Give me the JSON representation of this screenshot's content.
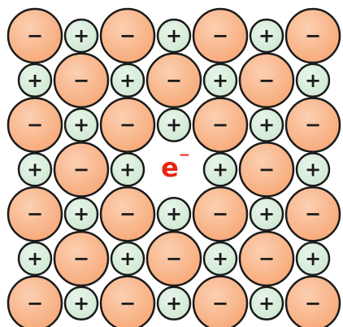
{
  "diagram": {
    "anion_symbol": "−",
    "cation_symbol": "+",
    "electron_symbol": "e",
    "electron_charge": "−",
    "lattice": [
      [
        "anion",
        "cation",
        "anion",
        "cation",
        "anion",
        "cation",
        "anion"
      ],
      [
        "cation",
        "anion",
        "cation",
        "anion",
        "cation",
        "anion",
        "cation"
      ],
      [
        "anion",
        "cation",
        "anion",
        "cation",
        "anion",
        "cation",
        "anion"
      ],
      [
        "cation",
        "anion",
        "cation",
        "vacancy",
        "cation",
        "anion",
        "cation"
      ],
      [
        "anion",
        "cation",
        "anion",
        "cation",
        "anion",
        "cation",
        "anion"
      ],
      [
        "cation",
        "anion",
        "cation",
        "anion",
        "cation",
        "anion",
        "cation"
      ],
      [
        "anion",
        "cation",
        "anion",
        "cation",
        "anion",
        "cation",
        "anion"
      ]
    ],
    "colors": {
      "anion_fill": "#F7A877",
      "anion_fill_light": "#FBD0B2",
      "cation_fill": "#CFE8D2",
      "cation_fill_light": "#E8F5EA",
      "outline": "#1a1a1a",
      "electron": "#E8240E"
    }
  }
}
